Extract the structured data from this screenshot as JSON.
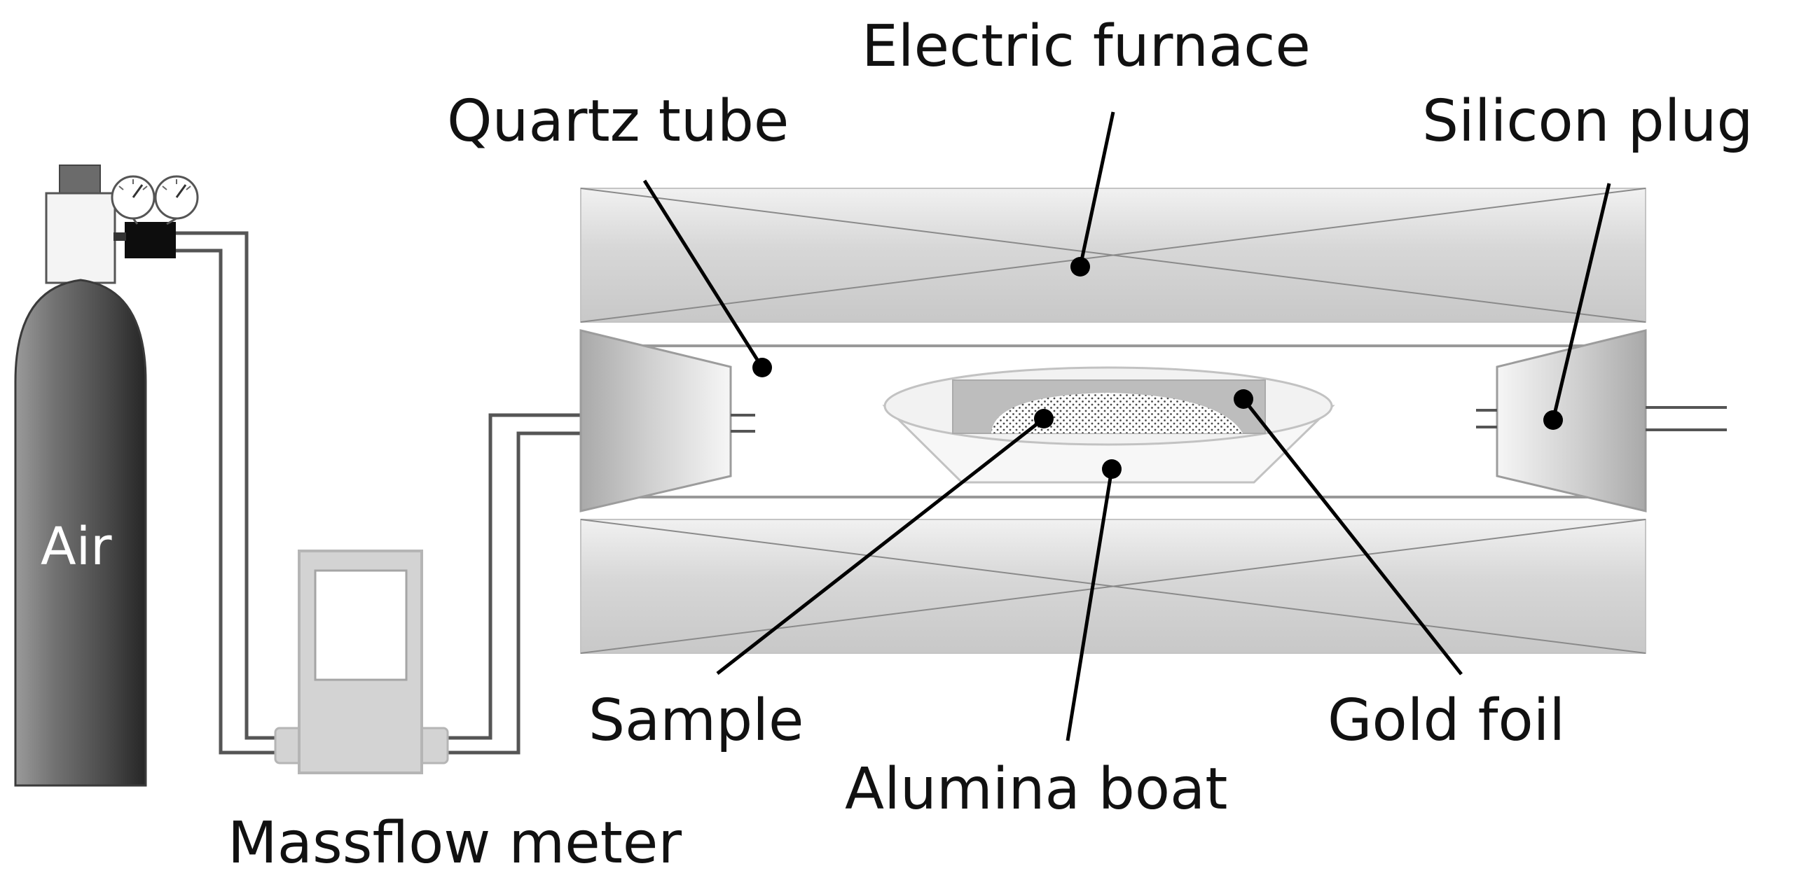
{
  "labels": {
    "electric_furnace": "Electric furnace",
    "quartz_tube": "Quartz tube",
    "silicon_plug": "Silicon plug",
    "air": "Air",
    "sample": "Sample",
    "gold_foil": "Gold foil",
    "alumina_boat": "Alumina boat",
    "massflow_meter": "Massflow meter"
  }
}
